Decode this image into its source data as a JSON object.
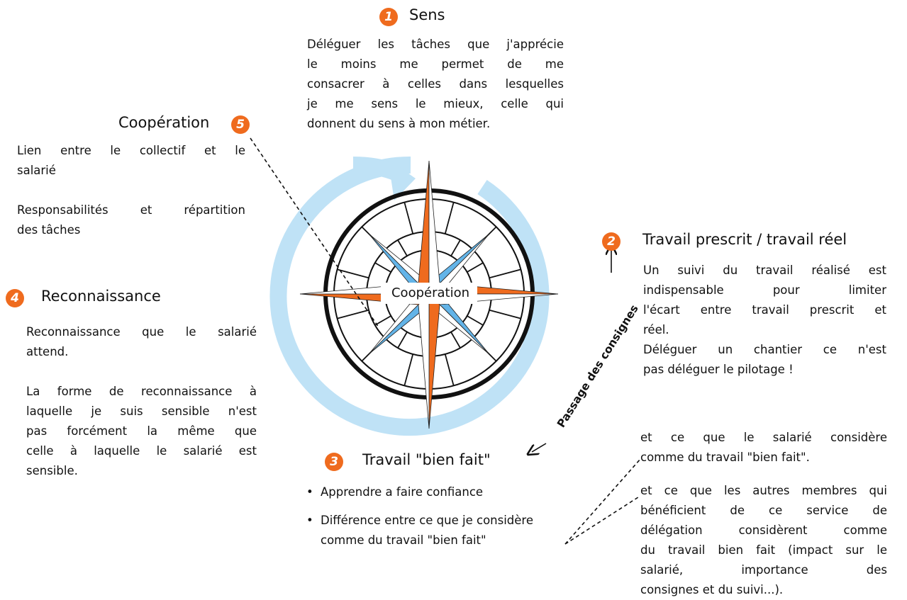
{
  "colors": {
    "accent": "#ef6b1e",
    "arc": "#bfe2f6",
    "star_blue": "#63b4e8",
    "ring": "#111111"
  },
  "sens": {
    "number": "1",
    "title": "Sens",
    "lines": [
      "Déléguer les tâches que j'apprécie",
      "le moins me permet de me",
      "consacrer à celles dans lesquelles",
      "je me sens le mieux, celle qui",
      "donnent du sens à mon métier."
    ]
  },
  "travail_prescrit": {
    "number": "2",
    "title": "Travail prescrit / travail réel",
    "lines": [
      "Un suivi du travail réalisé est",
      "indispensable pour limiter",
      "l'écart entre travail prescrit et",
      "réel.",
      "Déléguer un chantier ce n'est",
      "pas déléguer le pilotage !"
    ]
  },
  "travail_bien_fait": {
    "number": "3",
    "title": "Travail \"bien fait\"",
    "bullets": [
      "Apprendre a faire confiance",
      "Différence entre ce que je considère comme du travail \"bien fait\""
    ]
  },
  "reconnaissance": {
    "number": "4",
    "title": "Reconnaissance",
    "paragraph1": [
      "Reconnaissance que le salarié",
      "attend."
    ],
    "paragraph2": [
      "La forme de reconnaissance à",
      "laquelle je suis sensible n'est",
      "pas forcément la même que",
      "celle à laquelle le salarié est",
      "sensible."
    ]
  },
  "cooperation": {
    "number": "5",
    "title": "Coopération",
    "line1": [
      "Lien entre le collectif et le",
      "salarié"
    ],
    "line2": [
      "Responsabilités et répartition",
      "des tâches"
    ]
  },
  "compass_label": "Coopération",
  "passage_label": "Passage des consignes",
  "note_salarie": [
    "et ce que le salarié considère",
    "comme du travail \"bien fait\"."
  ],
  "note_autres": [
    "et ce que les autres membres qui",
    "bénéficient de ce service de",
    "délégation considèrent comme",
    "du travail bien fait (impact sur le",
    "salarié, importance des",
    "consignes et du suivi...)."
  ]
}
